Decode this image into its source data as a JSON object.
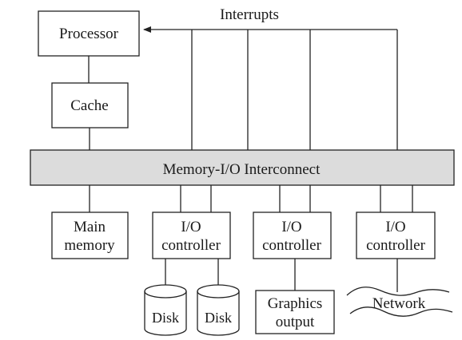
{
  "diagram": {
    "interrupts_label": "Interrupts",
    "processor": "Processor",
    "cache": "Cache",
    "interconnect": "Memory-I/O Interconnect",
    "main_memory": [
      "Main",
      "memory"
    ],
    "io_controller": [
      "I/O",
      "controller"
    ],
    "disk": "Disk",
    "graphics_output": [
      "Graphics",
      "output"
    ],
    "network": "Network"
  },
  "colors": {
    "bus_fill": "#dcdcdc",
    "stroke": "#222222"
  }
}
